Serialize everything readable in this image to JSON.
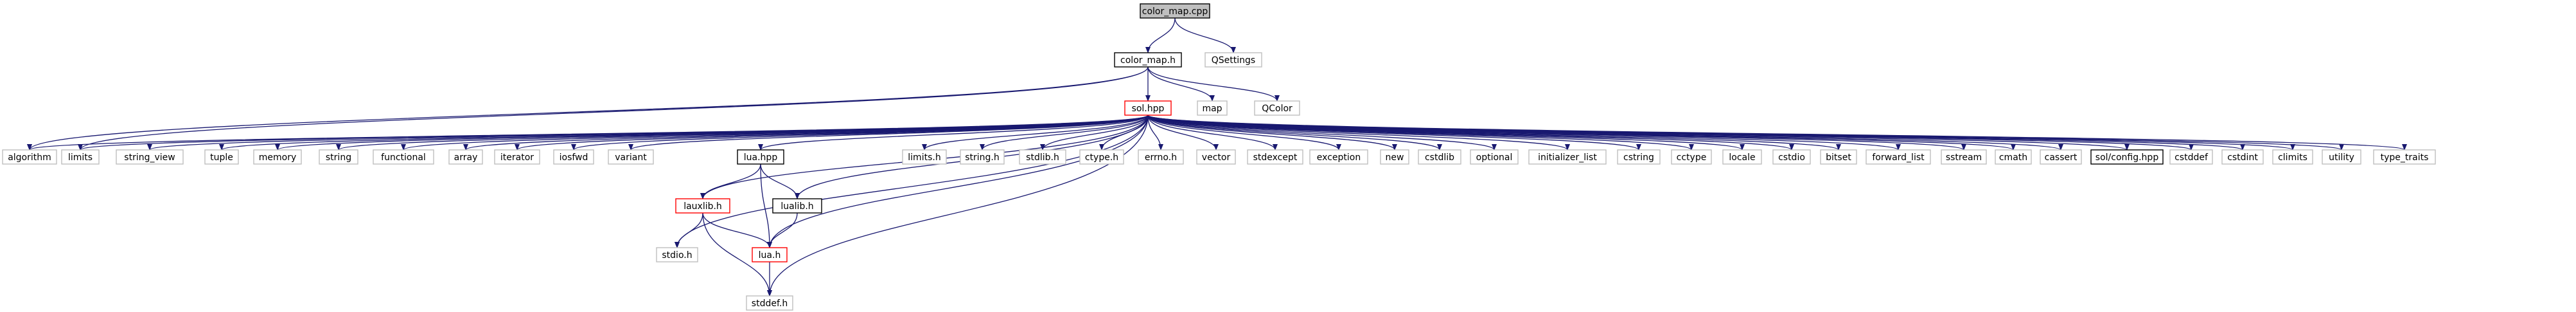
{
  "colors": {
    "edge": "#191970",
    "root_fill": "#bfbfbf",
    "root_border": "#000000",
    "documented_border": "#000000",
    "red_border": "#ff0000",
    "external_border": "#bfbfbf",
    "fill": "#ffffff"
  },
  "nodes": [
    {
      "id": "color_map_cpp",
      "label": "color_map.cpp",
      "style": "root"
    },
    {
      "id": "color_map_h",
      "label": "color_map.h",
      "style": "documented"
    },
    {
      "id": "QSettings",
      "label": "QSettings",
      "style": "external"
    },
    {
      "id": "sol_hpp",
      "label": "sol.hpp",
      "style": "red"
    },
    {
      "id": "map",
      "label": "map",
      "style": "external"
    },
    {
      "id": "QColor",
      "label": "QColor",
      "style": "external"
    },
    {
      "id": "algorithm",
      "label": "algorithm",
      "style": "external"
    },
    {
      "id": "limits",
      "label": "limits",
      "style": "external"
    },
    {
      "id": "string_view",
      "label": "string_view",
      "style": "external"
    },
    {
      "id": "tuple",
      "label": "tuple",
      "style": "external"
    },
    {
      "id": "memory",
      "label": "memory",
      "style": "external"
    },
    {
      "id": "string",
      "label": "string",
      "style": "external"
    },
    {
      "id": "functional",
      "label": "functional",
      "style": "external"
    },
    {
      "id": "array",
      "label": "array",
      "style": "external"
    },
    {
      "id": "iterator",
      "label": "iterator",
      "style": "external"
    },
    {
      "id": "iosfwd",
      "label": "iosfwd",
      "style": "external"
    },
    {
      "id": "variant",
      "label": "variant",
      "style": "external"
    },
    {
      "id": "lua_hpp",
      "label": "lua.hpp",
      "style": "documented"
    },
    {
      "id": "limits_h",
      "label": "limits.h",
      "style": "external"
    },
    {
      "id": "string_h",
      "label": "string.h",
      "style": "external"
    },
    {
      "id": "stdlib_h",
      "label": "stdlib.h",
      "style": "external"
    },
    {
      "id": "ctype_h",
      "label": "ctype.h",
      "style": "external"
    },
    {
      "id": "errno_h",
      "label": "errno.h",
      "style": "external"
    },
    {
      "id": "vector",
      "label": "vector",
      "style": "external"
    },
    {
      "id": "stdexcept",
      "label": "stdexcept",
      "style": "external"
    },
    {
      "id": "exception",
      "label": "exception",
      "style": "external"
    },
    {
      "id": "new",
      "label": "new",
      "style": "external"
    },
    {
      "id": "cstdlib",
      "label": "cstdlib",
      "style": "external"
    },
    {
      "id": "optional",
      "label": "optional",
      "style": "external"
    },
    {
      "id": "initializer_list",
      "label": "initializer_list",
      "style": "external"
    },
    {
      "id": "cstring",
      "label": "cstring",
      "style": "external"
    },
    {
      "id": "cctype",
      "label": "cctype",
      "style": "external"
    },
    {
      "id": "locale",
      "label": "locale",
      "style": "external"
    },
    {
      "id": "cstdio",
      "label": "cstdio",
      "style": "external"
    },
    {
      "id": "bitset",
      "label": "bitset",
      "style": "external"
    },
    {
      "id": "forward_list",
      "label": "forward_list",
      "style": "external"
    },
    {
      "id": "sstream",
      "label": "sstream",
      "style": "external"
    },
    {
      "id": "cmath",
      "label": "cmath",
      "style": "external"
    },
    {
      "id": "cassert",
      "label": "cassert",
      "style": "external"
    },
    {
      "id": "solconfig_hpp",
      "label": "sol/config.hpp",
      "style": "documented"
    },
    {
      "id": "cstddef",
      "label": "cstddef",
      "style": "external"
    },
    {
      "id": "cstdint",
      "label": "cstdint",
      "style": "external"
    },
    {
      "id": "climits",
      "label": "climits",
      "style": "external"
    },
    {
      "id": "utility",
      "label": "utility",
      "style": "external"
    },
    {
      "id": "type_traits",
      "label": "type_traits",
      "style": "external"
    },
    {
      "id": "lauxlib_h",
      "label": "lauxlib.h",
      "style": "red"
    },
    {
      "id": "lualib_h",
      "label": "lualib.h",
      "style": "documented"
    },
    {
      "id": "stdio_h",
      "label": "stdio.h",
      "style": "external"
    },
    {
      "id": "lua_h",
      "label": "lua.h",
      "style": "red"
    },
    {
      "id": "stddef_h",
      "label": "stddef.h",
      "style": "external"
    }
  ],
  "edges": [
    [
      "color_map_cpp",
      "color_map_h"
    ],
    [
      "color_map_cpp",
      "QSettings"
    ],
    [
      "color_map_h",
      "sol_hpp"
    ],
    [
      "color_map_h",
      "map"
    ],
    [
      "color_map_h",
      "QColor"
    ],
    [
      "color_map_h",
      "algorithm"
    ],
    [
      "color_map_h",
      "limits"
    ],
    [
      "sol_hpp",
      "algorithm"
    ],
    [
      "sol_hpp",
      "limits"
    ],
    [
      "sol_hpp",
      "string_view"
    ],
    [
      "sol_hpp",
      "tuple"
    ],
    [
      "sol_hpp",
      "memory"
    ],
    [
      "sol_hpp",
      "string"
    ],
    [
      "sol_hpp",
      "functional"
    ],
    [
      "sol_hpp",
      "array"
    ],
    [
      "sol_hpp",
      "iterator"
    ],
    [
      "sol_hpp",
      "iosfwd"
    ],
    [
      "sol_hpp",
      "variant"
    ],
    [
      "sol_hpp",
      "lua_hpp"
    ],
    [
      "sol_hpp",
      "limits_h"
    ],
    [
      "sol_hpp",
      "string_h"
    ],
    [
      "sol_hpp",
      "stdlib_h"
    ],
    [
      "sol_hpp",
      "ctype_h"
    ],
    [
      "sol_hpp",
      "errno_h"
    ],
    [
      "sol_hpp",
      "vector"
    ],
    [
      "sol_hpp",
      "stdexcept"
    ],
    [
      "sol_hpp",
      "exception"
    ],
    [
      "sol_hpp",
      "new"
    ],
    [
      "sol_hpp",
      "cstdlib"
    ],
    [
      "sol_hpp",
      "optional"
    ],
    [
      "sol_hpp",
      "initializer_list"
    ],
    [
      "sol_hpp",
      "cstring"
    ],
    [
      "sol_hpp",
      "cctype"
    ],
    [
      "sol_hpp",
      "locale"
    ],
    [
      "sol_hpp",
      "cstdio"
    ],
    [
      "sol_hpp",
      "bitset"
    ],
    [
      "sol_hpp",
      "forward_list"
    ],
    [
      "sol_hpp",
      "sstream"
    ],
    [
      "sol_hpp",
      "cmath"
    ],
    [
      "sol_hpp",
      "cassert"
    ],
    [
      "sol_hpp",
      "solconfig_hpp"
    ],
    [
      "sol_hpp",
      "cstddef"
    ],
    [
      "sol_hpp",
      "cstdint"
    ],
    [
      "sol_hpp",
      "climits"
    ],
    [
      "sol_hpp",
      "utility"
    ],
    [
      "sol_hpp",
      "type_traits"
    ],
    [
      "sol_hpp",
      "lauxlib_h"
    ],
    [
      "sol_hpp",
      "lualib_h"
    ],
    [
      "sol_hpp",
      "lua_h"
    ],
    [
      "sol_hpp",
      "stdio_h"
    ],
    [
      "sol_hpp",
      "stddef_h"
    ],
    [
      "lua_hpp",
      "lauxlib_h"
    ],
    [
      "lua_hpp",
      "lualib_h"
    ],
    [
      "lua_hpp",
      "lua_h"
    ],
    [
      "lauxlib_h",
      "stdio_h"
    ],
    [
      "lauxlib_h",
      "lua_h"
    ],
    [
      "lauxlib_h",
      "stddef_h"
    ],
    [
      "lualib_h",
      "lua_h"
    ],
    [
      "lua_h",
      "stddef_h"
    ]
  ]
}
